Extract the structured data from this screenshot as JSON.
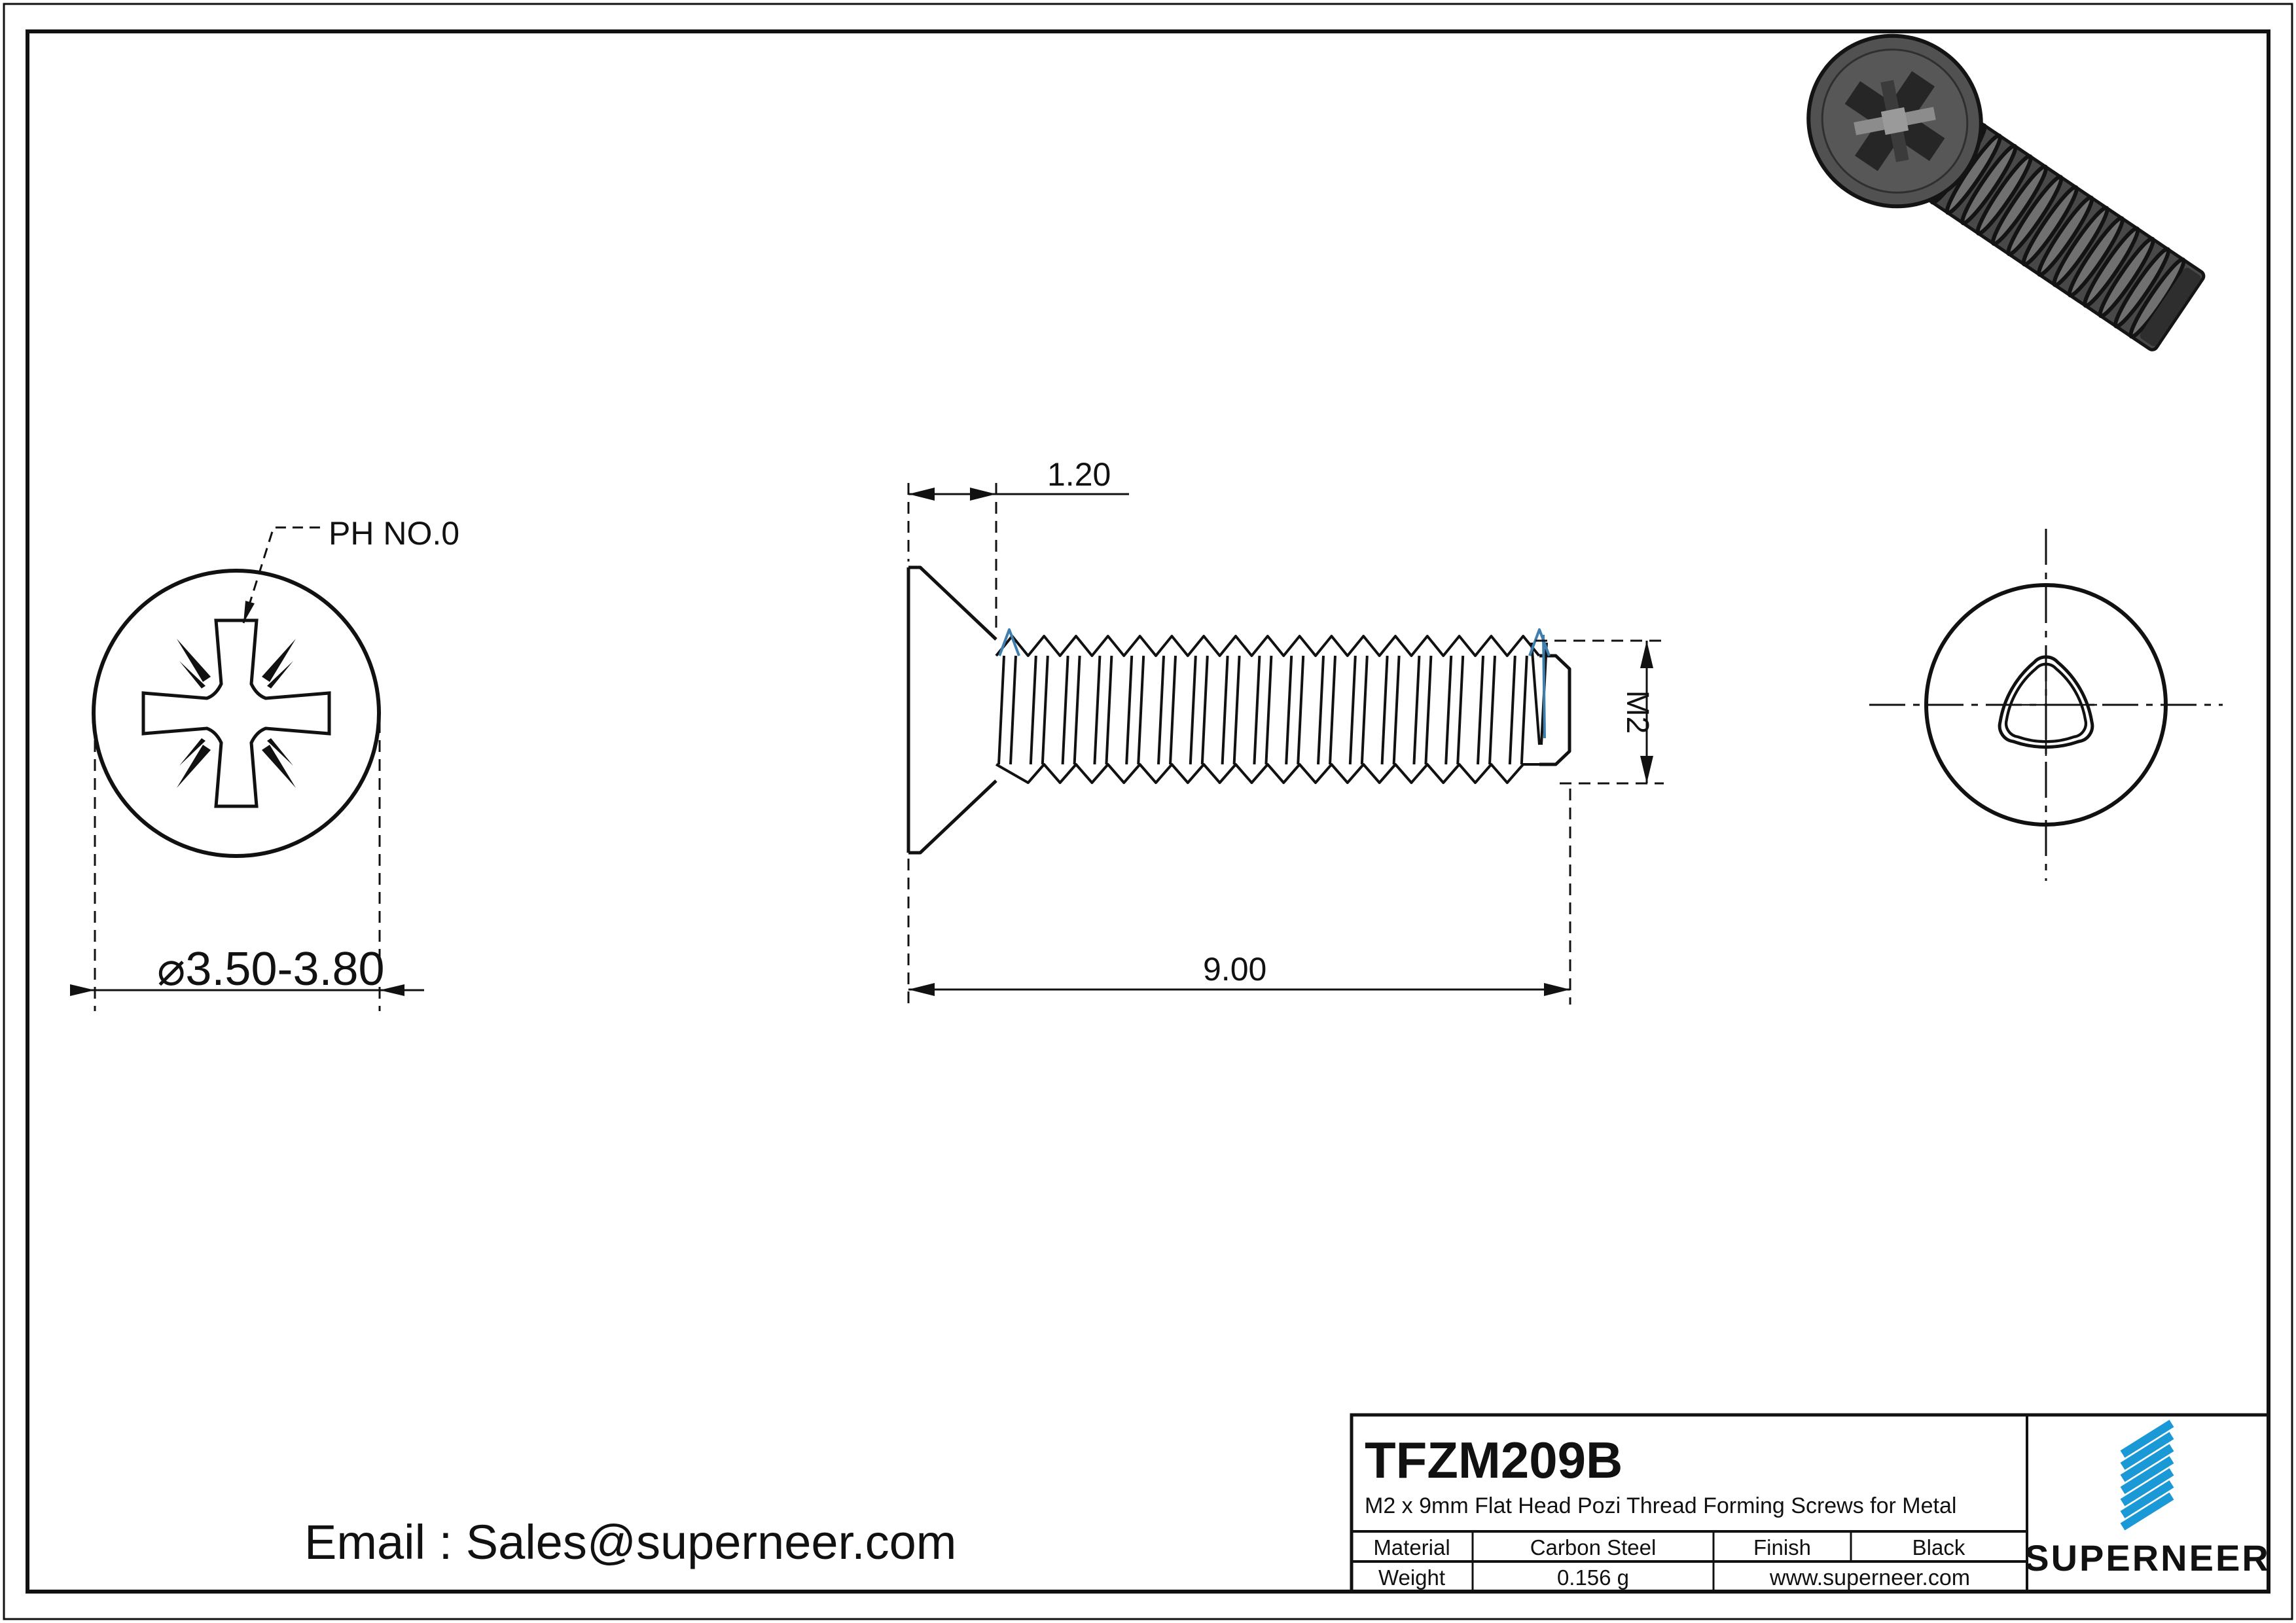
{
  "drawing": {
    "email": "Email : Sales@superneer.com",
    "annotations": {
      "drive_label": "PH NO.0",
      "head_diameter": "⌀3.50-3.80",
      "head_height": "1.20",
      "total_length": "9.00",
      "thread_size": "M2"
    },
    "title_block": {
      "part_number": "TFZM209B",
      "description": "M2 x 9mm Flat Head Pozi Thread Forming Screws for Metal",
      "material_label": "Material",
      "material_value": "Carbon Steel",
      "finish_label": "Finish",
      "finish_value": "Black",
      "weight_label": "Weight",
      "weight_value": "0.156 g",
      "website": "www.superneer.com",
      "brand": "SUPERNEER"
    },
    "colors": {
      "accent_blue": "#1b99d6",
      "line_black": "#111111",
      "thread_mark_blue": "#3f7fae"
    }
  }
}
